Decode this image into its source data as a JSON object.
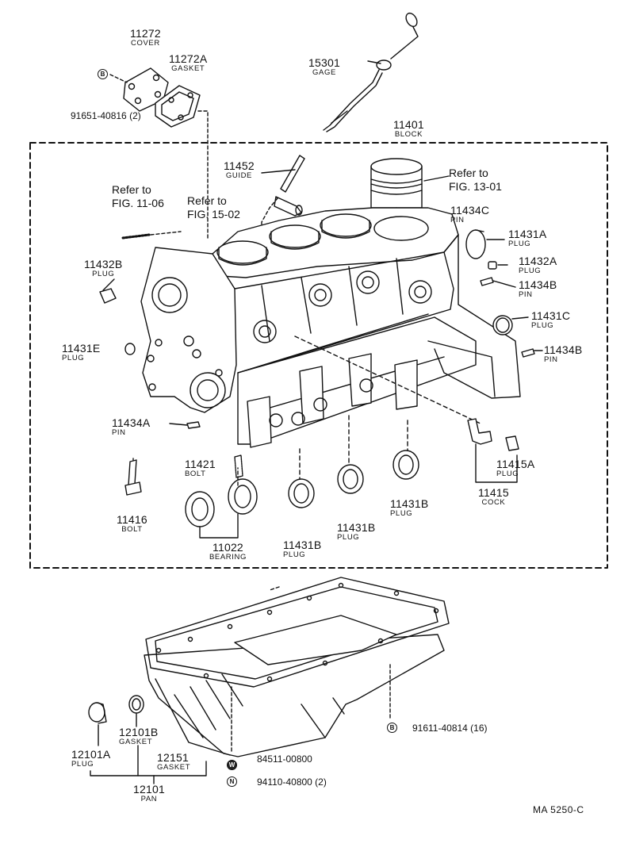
{
  "parts": {
    "p11272": {
      "num": "11272",
      "name": "COVER"
    },
    "p11272A": {
      "num": "11272A",
      "name": "GASKET"
    },
    "p15301": {
      "num": "15301",
      "name": "GAGE"
    },
    "p11401": {
      "num": "11401",
      "name": "BLOCK"
    },
    "p11452": {
      "num": "11452",
      "name": "GUIDE"
    },
    "p11434C": {
      "num": "11434C",
      "name": "PIN"
    },
    "p11431A": {
      "num": "11431A",
      "name": "PLUG"
    },
    "p11432A": {
      "num": "11432A",
      "name": "PLUG"
    },
    "p11434B_1": {
      "num": "11434B",
      "name": "PIN"
    },
    "p11431C": {
      "num": "11431C",
      "name": "PLUG"
    },
    "p11434B_2": {
      "num": "11434B",
      "name": "PIN"
    },
    "p11432B": {
      "num": "11432B",
      "name": "PLUG"
    },
    "p11431E": {
      "num": "11431E",
      "name": "PLUG"
    },
    "p11434A": {
      "num": "11434A",
      "name": "PIN"
    },
    "p11421": {
      "num": "11421",
      "name": "BOLT"
    },
    "p11416": {
      "num": "11416",
      "name": "BOLT"
    },
    "p11022": {
      "num": "11022",
      "name": "BEARING"
    },
    "p11431B_1": {
      "num": "11431B",
      "name": "PLUG"
    },
    "p11431B_2": {
      "num": "11431B",
      "name": "PLUG"
    },
    "p11431B_3": {
      "num": "11431B",
      "name": "PLUG"
    },
    "p11415A": {
      "num": "11415A",
      "name": "PLUG"
    },
    "p11415": {
      "num": "11415",
      "name": "COCK"
    },
    "p12101B": {
      "num": "12101B",
      "name": "GASKET"
    },
    "p12101A": {
      "num": "12101A",
      "name": "PLUG"
    },
    "p12151": {
      "num": "12151",
      "name": "GASKET"
    },
    "p12101": {
      "num": "12101",
      "name": "PAN"
    }
  },
  "refs": {
    "fig1106": {
      "line1": "Refer to",
      "line2": "FIG. 11-06"
    },
    "fig1502": {
      "line1": "Refer to",
      "line2": "FIG. 15-02"
    },
    "fig1301": {
      "line1": "Refer to",
      "line2": "FIG. 13-01"
    }
  },
  "std_parts": {
    "bolt_cover": {
      "badge": "B",
      "text": "91651-40816 (2)"
    },
    "bolt_pan": {
      "badge": "B",
      "text": "91611-40814 (16)"
    },
    "washer": {
      "badge": "W",
      "text": "84511-00800"
    },
    "nut": {
      "badge": "N",
      "text": "94110-40800 (2)"
    }
  },
  "catalog_ref": "MA  5250-C"
}
